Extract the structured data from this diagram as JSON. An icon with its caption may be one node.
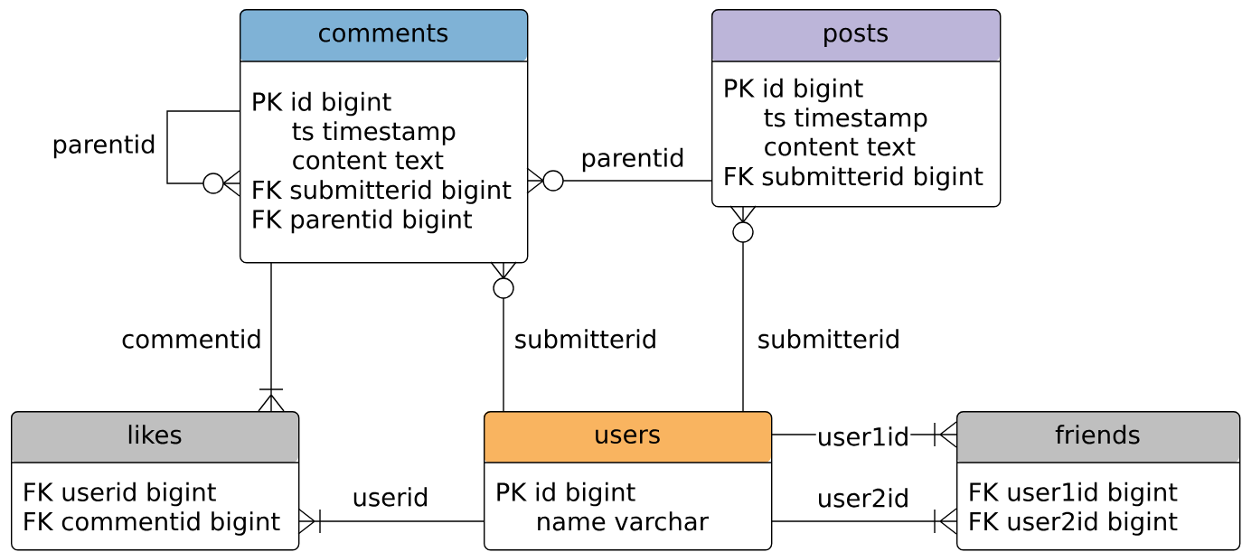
{
  "diagram": {
    "nodes": [
      {
        "text": [
          "comments",
          "PK id bigint",
          "ts timestamp",
          "content text",
          "FK submitterid bigint",
          "FK parentid bigint"
        ]
      },
      {
        "text": [
          "posts",
          "PK id bigint",
          "ts timestamp",
          "content text",
          "FK submitterid bigint"
        ]
      },
      {
        "text": [
          "likes",
          "FK userid bigint",
          "FK commentid bigint"
        ]
      },
      {
        "text": [
          "users",
          "PK id bigint",
          "name varchar"
        ]
      },
      {
        "text": [
          "friends",
          "FK user1id bigint",
          "FK user2id bigint"
        ]
      }
    ],
    "edges": [
      {
        "from": 0,
        "to": 0,
        "arrow": "other",
        "label": "parentid"
      },
      {
        "from": 0,
        "to": 1,
        "arrow": "other",
        "label": "parentid"
      },
      {
        "from": 2,
        "to": 0,
        "arrow": "other",
        "label": "commentid"
      },
      {
        "from": 0,
        "to": 3,
        "arrow": "other",
        "label": "submitterid"
      },
      {
        "from": 1,
        "to": 3,
        "arrow": "other",
        "label": "submitterid"
      },
      {
        "from": 2,
        "to": 3,
        "arrow": "other",
        "label": "userid"
      },
      {
        "from": 4,
        "to": 3,
        "arrow": "other",
        "label": "user1id"
      },
      {
        "from": 4,
        "to": 3,
        "arrow": "other",
        "label": "user2id"
      }
    ]
  }
}
